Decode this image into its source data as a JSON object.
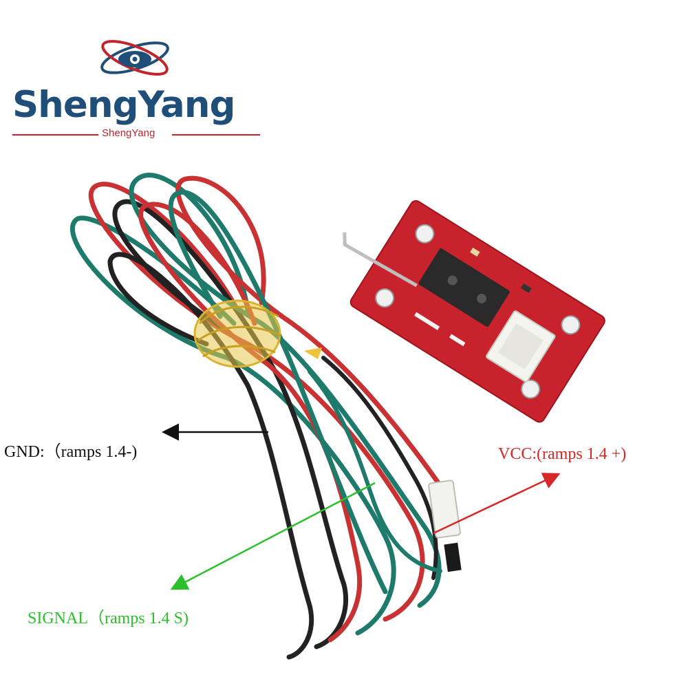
{
  "brand": {
    "name": "ShengYang",
    "subtitle": "ShengYang",
    "colors": {
      "primary": "#1f4e79",
      "accent": "#c0272d"
    },
    "logo_icon": "eye-orbit-icon"
  },
  "callouts": {
    "gnd": {
      "text": "GND:（ramps 1.4-)",
      "color": "#111111"
    },
    "vcc": {
      "text": "VCC:(ramps 1.4 +)",
      "color": "#d62828"
    },
    "signal": {
      "text": "SIGNAL（ramps 1.4 S)",
      "color": "#2bbf2b"
    }
  },
  "photo": {
    "subject": "mechanical-endstop-switch-module",
    "wire_colors": {
      "red": "#c83232",
      "black": "#222222",
      "green": "#1e7a6a"
    }
  }
}
